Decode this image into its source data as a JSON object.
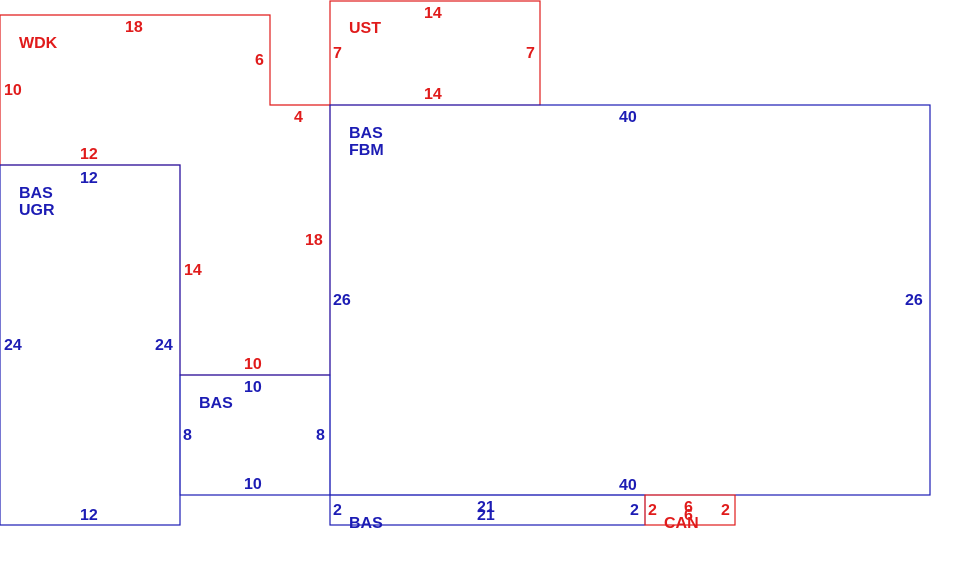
{
  "colors": {
    "red": "#e01b1b",
    "blue": "#1c1cb4"
  },
  "areas": {
    "wdk": {
      "name": "WDK",
      "dims": {
        "top": "18",
        "step_down": "6",
        "step_across": "4",
        "left": "10",
        "bottom": "12"
      }
    },
    "ust": {
      "name": "UST",
      "dims": {
        "top": "14",
        "left": "7",
        "right": "7",
        "bottom": "14"
      }
    },
    "bas_ugr": {
      "name_line1": "BAS",
      "name_line2": "UGR",
      "dims": {
        "top": "12",
        "left": "24",
        "right": "24",
        "bottom": "12"
      }
    },
    "upper_between": {
      "dims": {
        "side": "14",
        "right": "18"
      }
    },
    "bas_fbm": {
      "name_line1": "BAS",
      "name_line2": "FBM",
      "dims": {
        "top": "40",
        "left": "26",
        "right": "26",
        "bottom": "40"
      }
    },
    "bas_mid": {
      "name": "BAS",
      "dims": {
        "top_outer": "10",
        "top": "10",
        "left": "8",
        "right": "8",
        "bottom": "10"
      }
    },
    "bas_strip": {
      "name": "BAS",
      "dims": {
        "left": "2",
        "top": "21",
        "bottom": "21",
        "right": "2"
      }
    },
    "can": {
      "name": "CAN",
      "dims": {
        "left": "2",
        "top": "6",
        "bottom": "6",
        "right": "2"
      }
    }
  }
}
